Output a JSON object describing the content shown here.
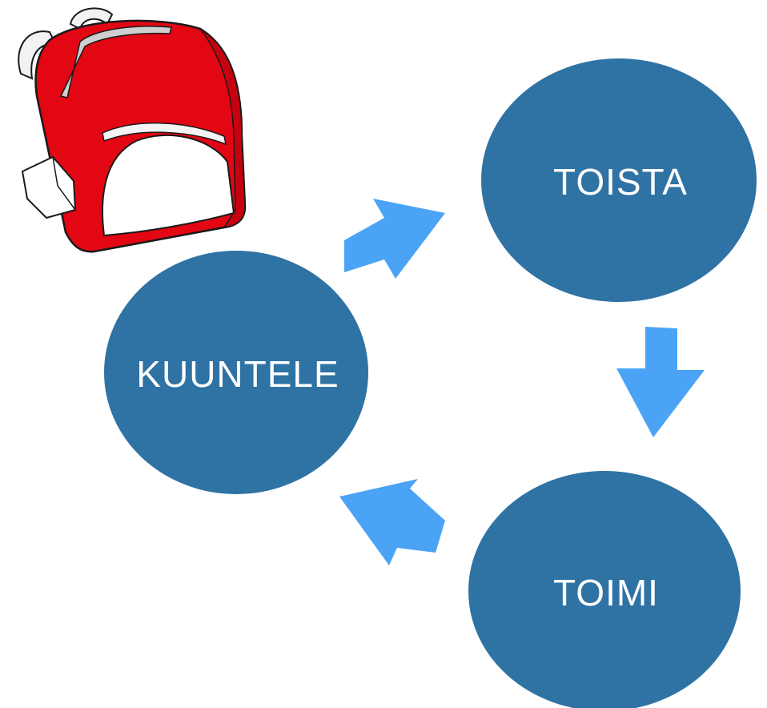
{
  "nodes": {
    "listen": {
      "label": "KUUNTELE"
    },
    "repeat": {
      "label": "TOISTA"
    },
    "act": {
      "label": "TOIMI"
    }
  },
  "icons": {
    "backpack": "backpack-icon",
    "arrows": [
      "arrow-up-right-icon",
      "arrow-down-icon",
      "arrow-up-left-icon"
    ]
  },
  "colors": {
    "circle_fill": "#2f72a4",
    "arrow_fill": "#4aa3f5",
    "backpack_red": "#e30613",
    "backpack_white": "#ffffff",
    "outline": "#1a1a1a"
  }
}
